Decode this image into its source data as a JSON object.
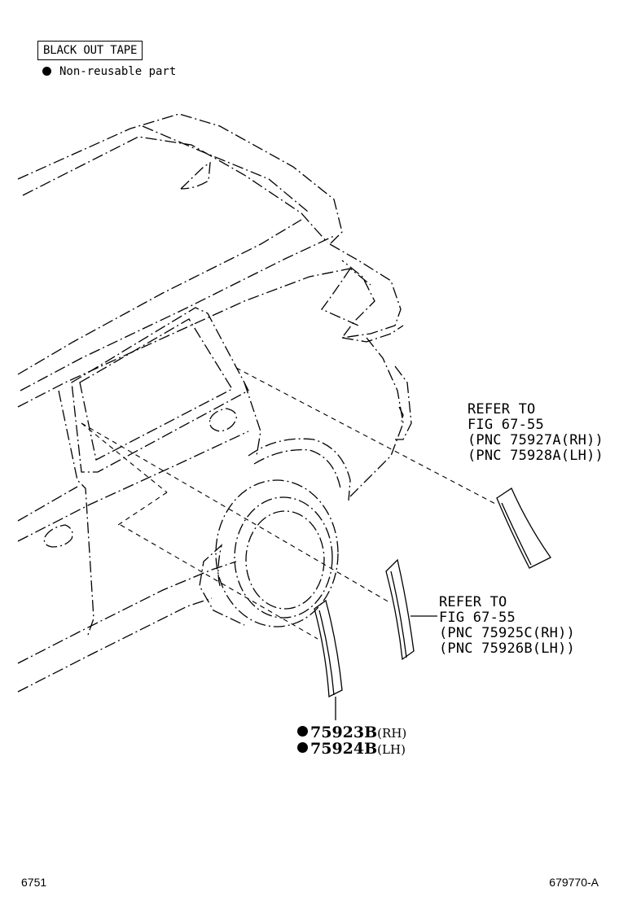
{
  "legend": {
    "title": "BLACK OUT TAPE",
    "note": "Non-reusable part"
  },
  "references": [
    {
      "lines": [
        "REFER TO",
        "FIG 67-55",
        "(PNC 75927A(RH))",
        "(PNC 75928A(LH))"
      ]
    },
    {
      "lines": [
        "REFER TO",
        "FIG 67-55",
        "(PNC 75925C(RH))",
        "(PNC 75926B(LH))"
      ]
    }
  ],
  "parts": [
    {
      "number": "75923B",
      "side": "(RH)",
      "non_reusable": true
    },
    {
      "number": "75924B",
      "side": "(LH)",
      "non_reusable": true
    }
  ],
  "footer": {
    "page_code": "6751",
    "drawing_id": "679770-A"
  }
}
